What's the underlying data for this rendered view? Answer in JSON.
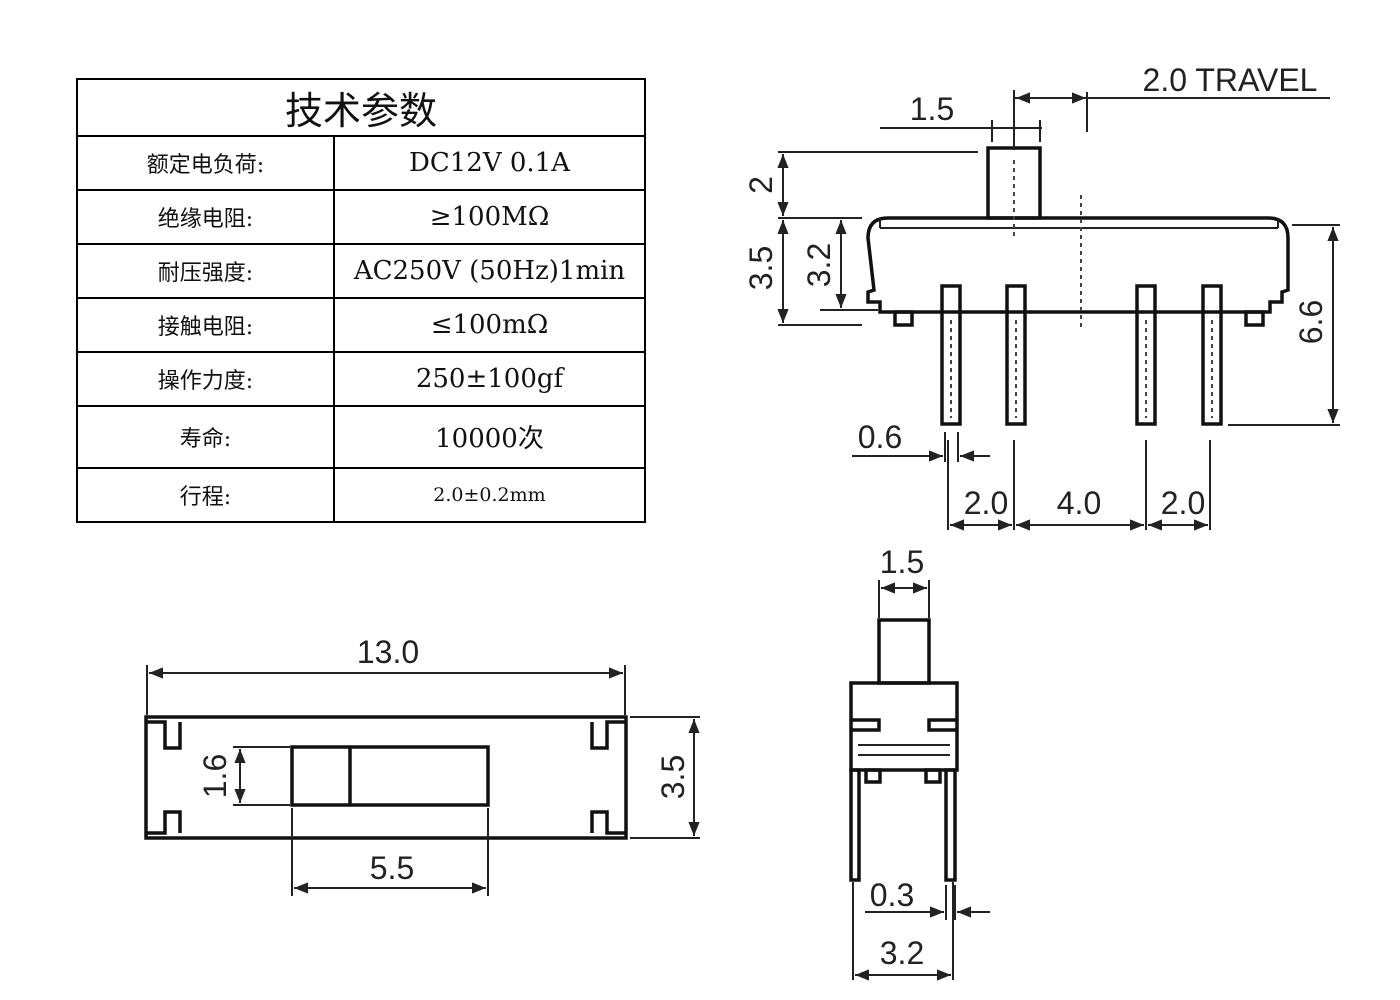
{
  "table": {
    "title": "技术参数",
    "rows": [
      {
        "label": "额定电负荷:",
        "value": "DC12V 0.1A"
      },
      {
        "label": "绝缘电阻:",
        "value": "≥100MΩ"
      },
      {
        "label": "耐压强度:",
        "value": "AC250V (50Hz)1min"
      },
      {
        "label": "接触电阻:",
        "value": "≤100mΩ"
      },
      {
        "label": "操作力度:",
        "value": "250±100gf"
      },
      {
        "label": "寿命:",
        "value": "10000次"
      },
      {
        "label": "行程:",
        "value": "2.0±0.2mm"
      }
    ]
  },
  "front_view": {
    "travel": "2.0 TRAVEL",
    "actuator_width": "1.5",
    "actuator_height": "2",
    "total_body_height": "3.5",
    "body_height": "3.2",
    "overall_height": "6.6",
    "pin_width": "0.6",
    "pitch_left": "2.0",
    "pitch_center": "4.0",
    "pitch_right": "2.0"
  },
  "top_view": {
    "length": "13.0",
    "width": "3.5",
    "slot_height": "1.6",
    "slot_length": "5.5"
  },
  "side_view": {
    "actuator_width": "1.5",
    "pin_width": "0.3",
    "overall_width": "3.2"
  }
}
